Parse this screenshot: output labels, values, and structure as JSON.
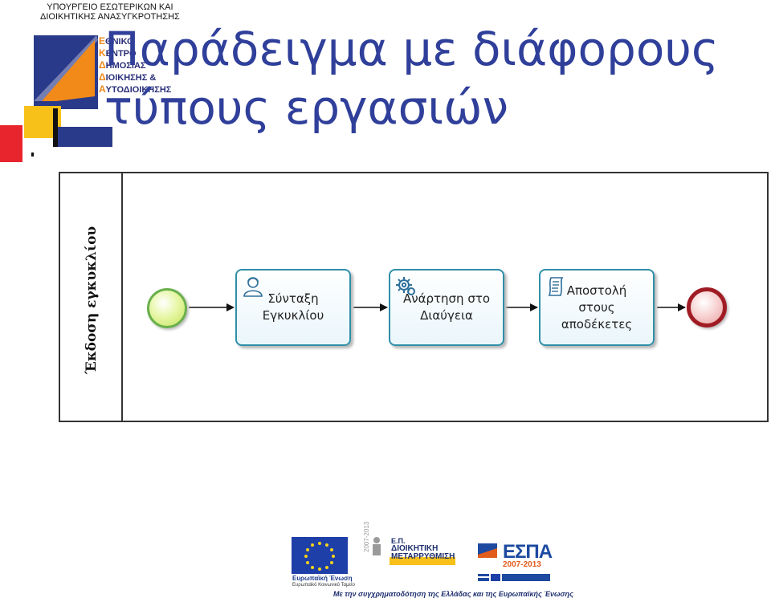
{
  "header": {
    "ministry_line1": "ΥΠΟΥΡΓΕΙΟ ΕΣΩΤΕΡΙΚΩΝ ΚΑΙ",
    "ministry_line2": "ΔΙΟΙΚΗΤΙΚΗΣ ΑΝΑΣΥΓΚΡΟΤΗΣΗΣ",
    "logo": {
      "line1_cap": "Ε",
      "line1_rest": "ΘΝΙΚΟ",
      "line2_cap": "Κ",
      "line2_rest": "ΕΝΤΡΟ",
      "line3_cap": "Δ",
      "line3_rest": "ΗΜΟΣΙΑΣ",
      "line4_cap": "Δ",
      "line4_rest": "ΙΟΙΚΗΣΗΣ &",
      "line5_cap": "Α",
      "line5_rest": "ΥΤΟΔΙΟΙΚΗΣΗΣ"
    }
  },
  "slide": {
    "title_line1": "Παράδειγμα με διάφορους",
    "title_line2": "τύπους εργασιών"
  },
  "diagram": {
    "lane_label": "Έκδοση εγκυκλίου",
    "tasks": [
      {
        "label": "Σύνταξη\nΕγκυκλίου",
        "icon": "user-icon",
        "type": "user-task"
      },
      {
        "label": "Ανάρτηση στο\nΔιαύγεια",
        "icon": "gears-icon",
        "type": "service-task"
      },
      {
        "label": "Αποστολή\nστους\nαποδέκετες",
        "icon": "script-icon",
        "type": "script-task"
      }
    ],
    "colors": {
      "task_border": "#2e8fa8",
      "start_event": "#6ab04c",
      "end_event": "#a01c24",
      "title": "#2f3f9a"
    }
  },
  "footer": {
    "eu_label": "Ευρωπαϊκή Ένωση",
    "eu_sublabel": "Ευρωπαϊκό Κοινωνικό Ταμείο",
    "op_prefix": "Ε.Π.",
    "op_line1": "ΔΙΟΙΚΗΤΙΚΗ",
    "op_line2": "ΜΕΤΑΡΡΥΘΜΙΣΗ",
    "op_years": "2007-2013",
    "espa_word": "ΕΣΠΑ",
    "espa_years": "2007-2013",
    "funding_text": "Με την συγχρηματοδότηση της Ελλάδας και της Ευρωπαϊκής Ένωσης"
  }
}
